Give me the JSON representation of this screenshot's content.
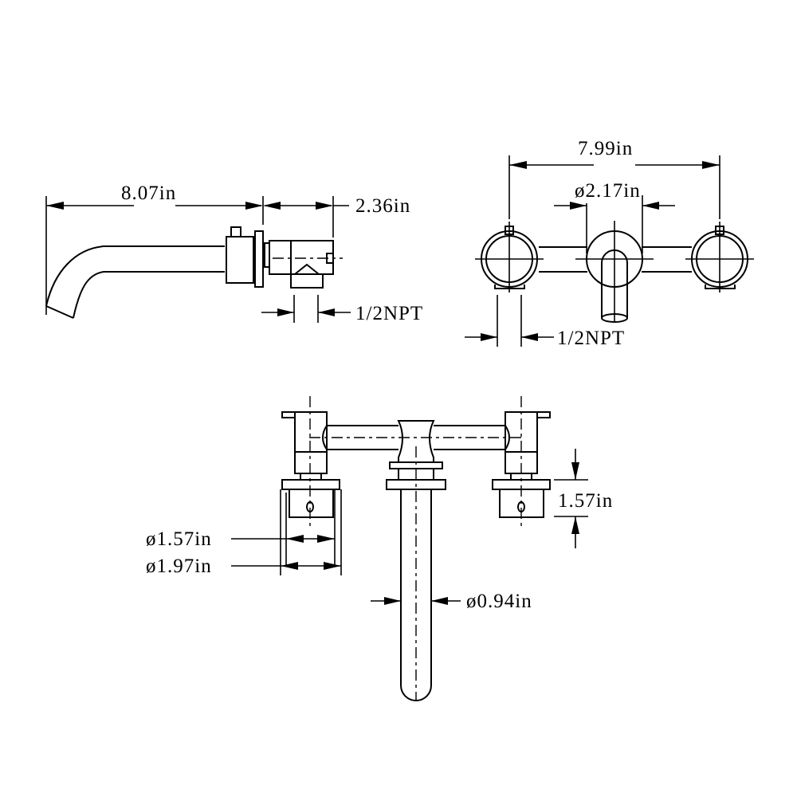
{
  "drawing": {
    "title": "Wall-mount faucet dimension drawing",
    "ink_color": "#000000",
    "background": "#ffffff",
    "views": {
      "side": {
        "dims": {
          "spout_length": "8.07in",
          "valve_depth": "2.36in",
          "inlet": "1/2NPT"
        }
      },
      "top": {
        "dims": {
          "handle_spread": "7.99in",
          "escutcheon_dia": "ø2.17in",
          "inlet": "1/2NPT"
        }
      },
      "front": {
        "dims": {
          "handle_dia_inner": "ø1.57in",
          "handle_dia_outer": "ø1.97in",
          "handle_height": "1.57in",
          "spout_dia": "ø0.94in"
        }
      }
    }
  }
}
